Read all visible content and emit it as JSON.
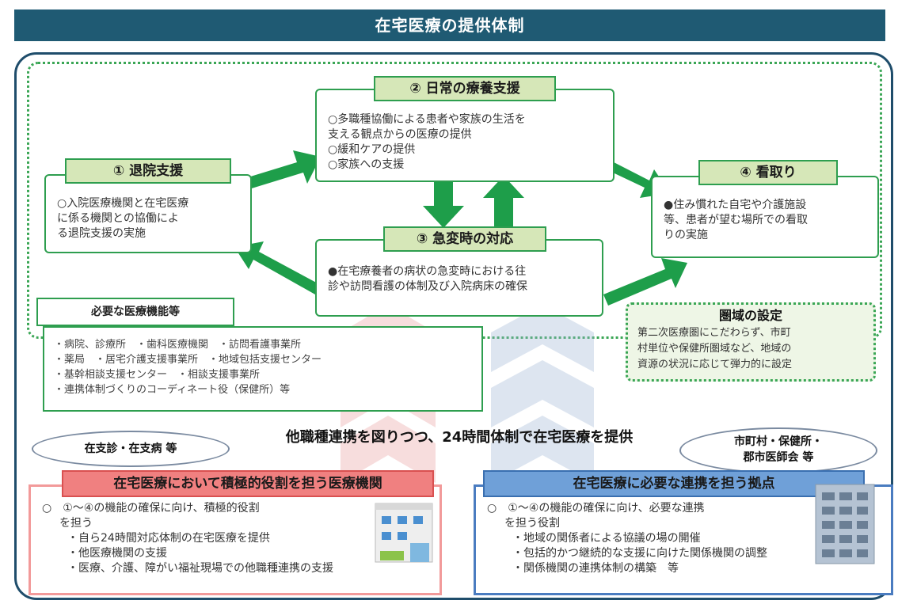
{
  "title": "在宅医療の提供体制",
  "daily_support": {
    "label": "② 日常の療養支援",
    "lines": [
      "○多職種協働による患者や家族の生活を",
      "支える観点からの医療の提供",
      "○緩和ケアの提供",
      "○家族への支援"
    ]
  },
  "discharge_support": {
    "label": "① 退院支援",
    "lines": [
      "○入院医療機関と在宅医療",
      "に係る機関との協働によ",
      "る退院支援の実施"
    ]
  },
  "end_of_life": {
    "label": "④ 看取り",
    "lines": [
      "●住み慣れた自宅や介護施設",
      "等、患者が望む場所での看取",
      "りの実施"
    ]
  },
  "emergency": {
    "label": "③ 急変時の対応",
    "lines": [
      "●在宅療養者の病状の急変時における往",
      "診や訪問看護の体制及び入院病床の確保"
    ]
  },
  "required_functions": {
    "title": "必要な医療機能等",
    "lines": [
      "・病院、診療所　・歯科医療機関　・訪問看護事業所",
      "・薬局　・居宅介護支援事業所　・地域包括支援センター",
      "・基幹相談支援センター　・相談支援事業所",
      "・連携体制づくりのコーディネート役（保健所）等"
    ]
  },
  "area_setting": {
    "title": "圏域の設定",
    "lines": [
      "第二次医療圏にこだわらず、市町",
      "村単位や保健所圏域など、地域の",
      "資源の状況に応じて弾力的に設定"
    ]
  },
  "center_message": "他職種連携を図りつつ、24時間体制で在宅医療を提供",
  "bubble_left": "在支診・在支病 等",
  "bubble_right": [
    "市町村・保健所・",
    "郡市医師会 等"
  ],
  "active_role": {
    "title": "在宅医療において積極的役割を担う医療機関",
    "lines": [
      "○　①～④の機能の確保に向け、積極的役割",
      "を担う",
      "・自ら24時間対応体制の在宅医療を提供",
      "・他医療機関の支援",
      "・医療、介護、障がい福祉現場での他職種連携の支援"
    ]
  },
  "coordination_base": {
    "title": "在宅医療に必要な連携を担う拠点",
    "lines": [
      "○　①～④の機能の確保に向け、必要な連携",
      "を担う役割",
      "・地域の関係者による協議の場の開催",
      "・包括的かつ継続的な支援に向けた関係機関の調整",
      "・関係機関の連携体制の構築　等"
    ]
  },
  "colors": {
    "header": "#1f5a73",
    "green": "#2e9e4f",
    "label_green": "#d6e7b8",
    "red": "#f08080",
    "blue": "#6fa0d8"
  },
  "icons": [
    "hospital-building-icon",
    "office-building-icon"
  ]
}
